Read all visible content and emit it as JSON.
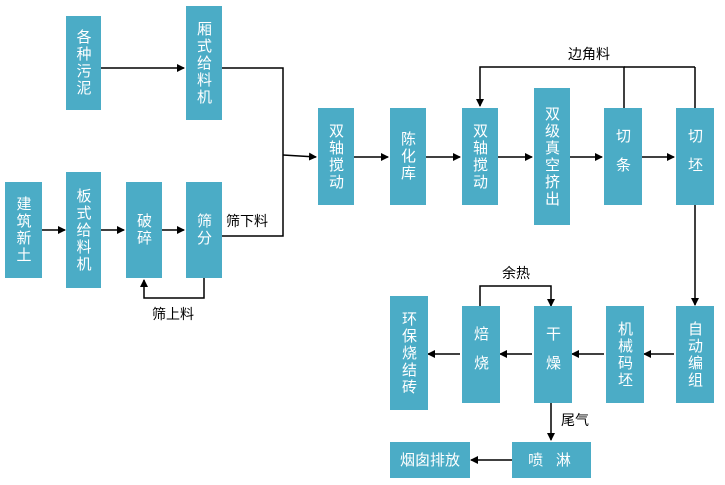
{
  "nodes": {
    "sludge": "各种污泥",
    "box_feeder_top": "厢式给料机",
    "soil": "建筑新土",
    "plate_feeder": "板式给料机",
    "crusher": "破碎",
    "screener": "筛分",
    "mixer1": "双轴搅动",
    "aging": "陈化库",
    "mixer2": "双轴搅动",
    "extruder": "双级真空挤出",
    "cut_strip": "切条",
    "cut_blank": "切坯",
    "auto_group": "自动编组",
    "stacker": "机械码坯",
    "dryer": "干燥",
    "kiln": "焙烧",
    "product": "环保烧结砖",
    "spray": "喷 淋",
    "chimney": "烟囱排放"
  },
  "labels": {
    "undersize": "筛下料",
    "oversize": "筛上料",
    "trim": "边角料",
    "waste_heat": "余热",
    "exhaust": "尾气"
  },
  "colors": {
    "box": "#4bacc6",
    "line": "#000000"
  }
}
